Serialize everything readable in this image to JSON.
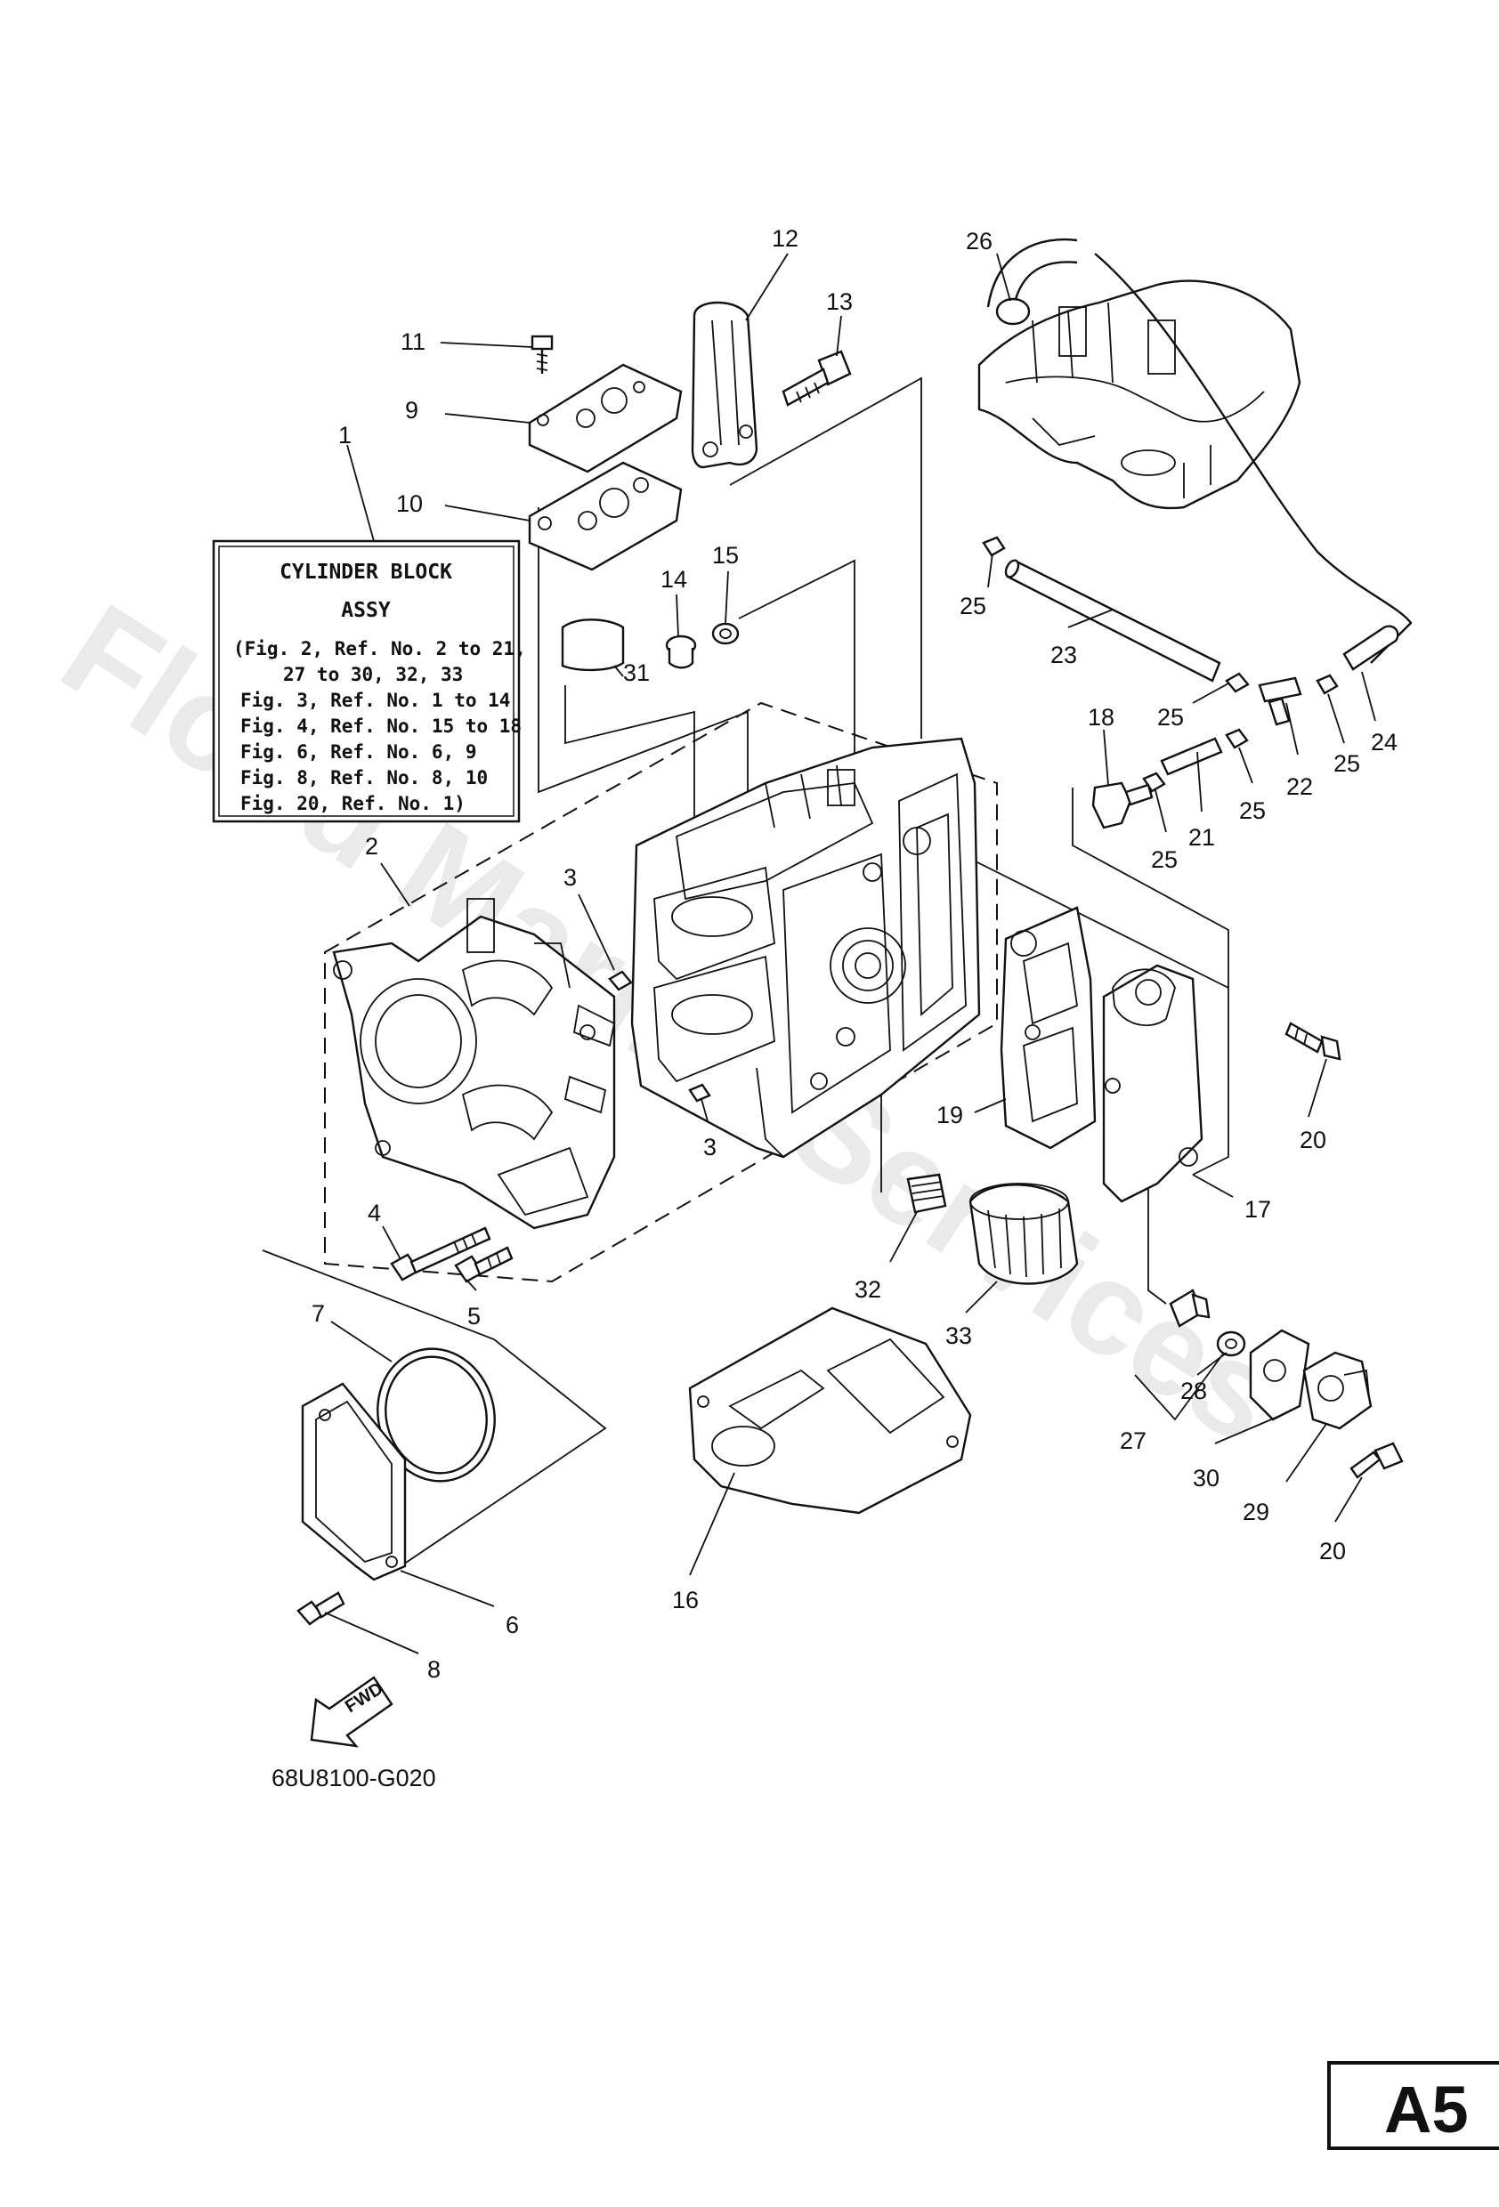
{
  "watermark": "Flood Marine Services",
  "info_box": {
    "title_line1": "CYLINDER BLOCK",
    "title_line2": "ASSY",
    "lines": [
      "(Fig. 2, Ref. No. 2 to 21,",
      "27 to 30, 32, 33",
      "Fig. 3, Ref. No. 1 to 14",
      "Fig. 4, Ref. No. 15 to 18",
      "Fig. 6, Ref. No. 6, 9",
      "Fig. 8, Ref. No. 8, 10",
      "Fig. 20, Ref. No. 1)"
    ]
  },
  "callouts": {
    "c1": "1",
    "c2": "2",
    "c3a": "3",
    "c3b": "3",
    "c4": "4",
    "c5": "5",
    "c6": "6",
    "c7": "7",
    "c8": "8",
    "c9": "9",
    "c10": "10",
    "c11": "11",
    "c12": "12",
    "c13": "13",
    "c14": "14",
    "c15": "15",
    "c16": "16",
    "c17": "17",
    "c18": "18",
    "c19": "19",
    "c20a": "20",
    "c20b": "20",
    "c21": "21",
    "c22": "22",
    "c23": "23",
    "c24": "24",
    "c25a": "25",
    "c25b": "25",
    "c25c": "25",
    "c25d": "25",
    "c25e": "25",
    "c26": "26",
    "c27": "27",
    "c28": "28",
    "c29": "29",
    "c30": "30",
    "c31": "31",
    "c32": "32",
    "c33": "33"
  },
  "fwd_label": "FWD",
  "drawing_code": "68U8100-G020",
  "page_number": "A5"
}
